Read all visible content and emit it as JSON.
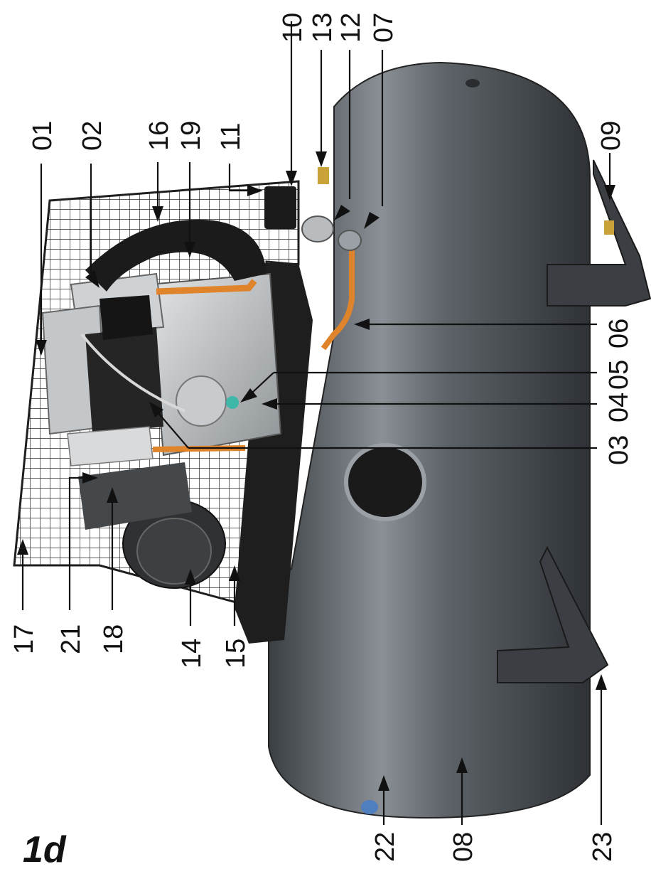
{
  "figure_label": "1d",
  "callouts": {
    "c01": "01",
    "c02": "02",
    "c16": "16",
    "c19": "19",
    "c11": "11",
    "c10": "10",
    "c13": "13",
    "c12": "12",
    "c07": "07",
    "c09": "09",
    "c06": "06",
    "c05": "05",
    "c04": "04",
    "c03": "03",
    "c17": "17",
    "c21": "21",
    "c18": "18",
    "c14": "14",
    "c15": "15",
    "c22": "22",
    "c08": "08",
    "c23": "23"
  },
  "colors": {
    "tank": "#4a4f53",
    "tank_light": "#8a9096",
    "pipe": "#e0842c",
    "brass": "#c9a23a",
    "metal": "#b8bcbf",
    "dark": "#1c1c1c",
    "sight_glass": "#3fb7a8"
  }
}
